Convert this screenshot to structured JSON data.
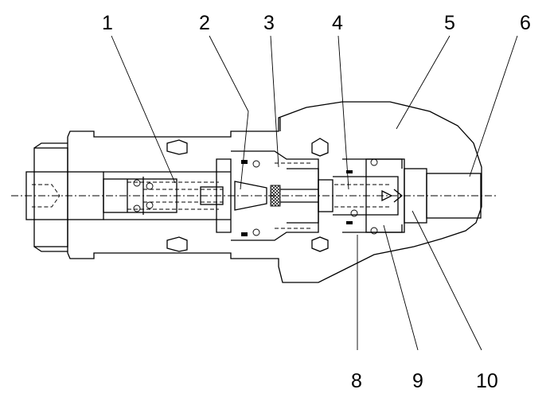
{
  "labels": {
    "l1": "1",
    "l2": "2",
    "l3": "3",
    "l4": "4",
    "l5": "5",
    "l6": "6",
    "l8": "8",
    "l9": "9",
    "l10": "10"
  }
}
